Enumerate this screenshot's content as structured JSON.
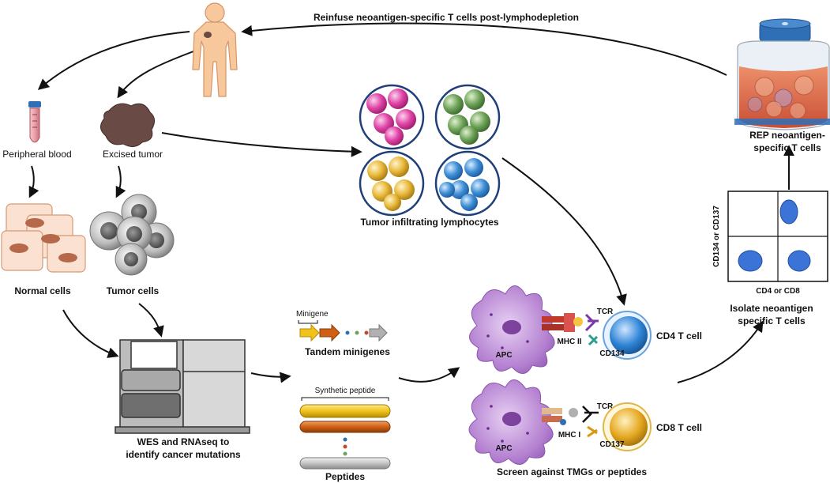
{
  "labels": {
    "reinfuse": "Reinfuse neoantigen-specific T cells post-lymphodepletion",
    "peripheral_blood": "Peripheral blood",
    "excised_tumor": "Excised tumor",
    "normal_cells": "Normal cells",
    "tumor_cells": "Tumor cells",
    "til": "Tumor infiltrating lymphocytes",
    "wes_line1": "WES and RNAseq to",
    "wes_line2": "identify cancer mutations",
    "minigene": "Minigene",
    "tandem_minigenes": "Tandem minigenes",
    "synthetic_peptide": "Synthetic peptide",
    "peptides": "Peptides",
    "apc": "APC",
    "mhc_ii": "MHC II",
    "mhc_i": "MHC I",
    "tcr": "TCR",
    "cd134": "CD134",
    "cd137": "CD137",
    "cd4_t_cell": "CD4 T cell",
    "cd8_t_cell": "CD8 T cell",
    "screen": "Screen against TMGs or peptides",
    "flow_x_axis": "CD4 or CD8",
    "flow_y_axis": "CD134 or CD137",
    "isolate_line1": "Isolate neoantigen",
    "isolate_line2": "specific T cells",
    "rep_line1": "REP neoantigen-",
    "rep_line2": "specific T cells"
  },
  "colors": {
    "skin": "#f6c89c",
    "tumor": "#6a4a44",
    "pink_cells": "#e044a6",
    "green_cells": "#6fa35a",
    "yellow_cells": "#e8b83a",
    "blue_cells": "#3f8fd6",
    "apc": "#b37fd0",
    "cd4_cell": "#2f84d6",
    "cd8_cell": "#e6a821",
    "flow_dot": "#3b73d6",
    "flask_medium": "#d9613c",
    "flask_cap": "#2f6fb6"
  },
  "icons": [
    "human-body-icon",
    "blood-tube-icon",
    "tumor-mass-icon",
    "sequencer-icon",
    "flask-icon"
  ]
}
